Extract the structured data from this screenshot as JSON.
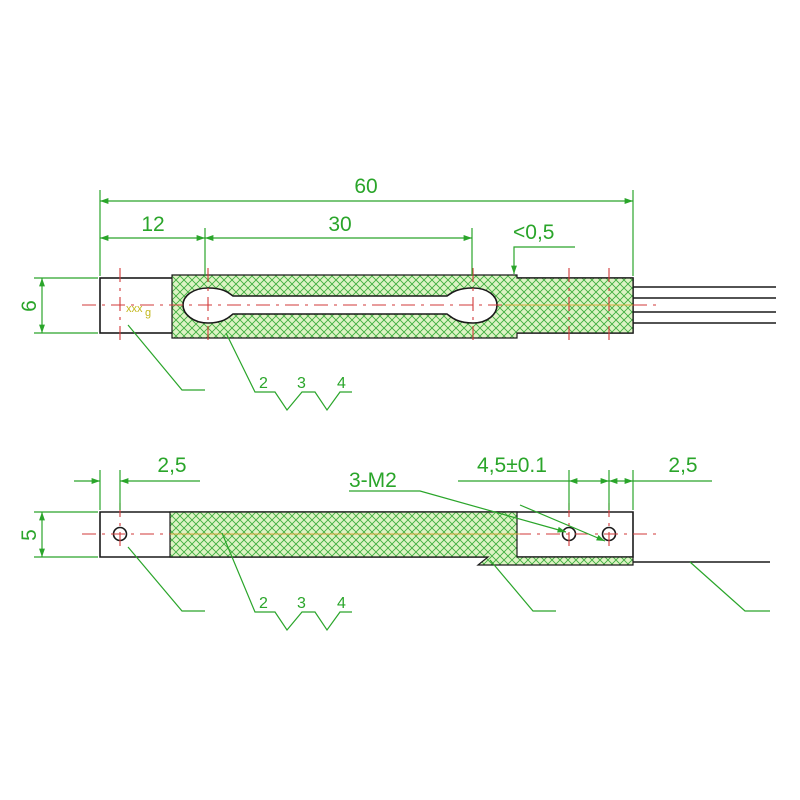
{
  "top_view": {
    "dims": {
      "overall_length": "60",
      "offset_left": "12",
      "slot_span": "30",
      "clearance": "<0,5",
      "height": "6"
    },
    "product_mark": "xxx",
    "product_mark_sub": "g",
    "leader_numbers": [
      "2",
      "3",
      "4"
    ]
  },
  "side_view": {
    "dims": {
      "left_edge": "2,5",
      "hole_spacing": "4,5±0.1",
      "right_edge": "2,5",
      "thread_callout": "3-M2",
      "height": "5"
    },
    "leader_numbers": [
      "2",
      "3",
      "4"
    ]
  },
  "colors": {
    "dimension": "#2aa52a",
    "outline": "#1a1a1a",
    "centerline": "#d23a3a",
    "hatch": "#3fae3f",
    "hatch_fill": "#ddf3c4"
  }
}
